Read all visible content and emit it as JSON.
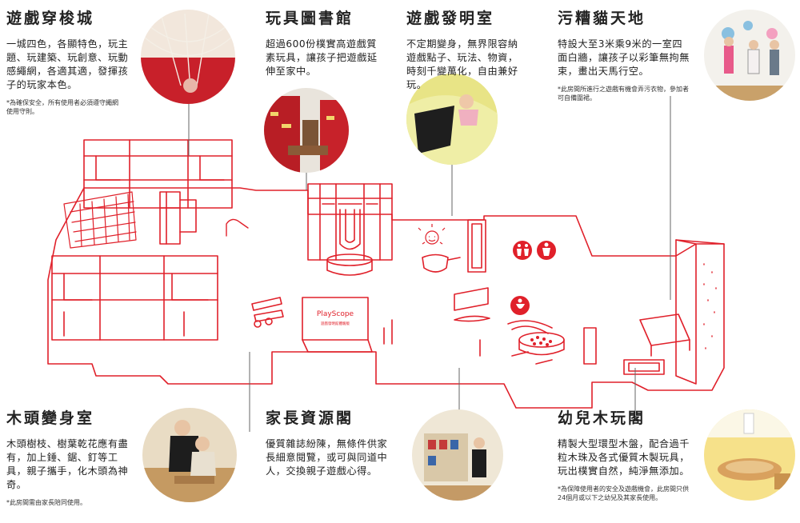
{
  "sections": {
    "climbing_castle": {
      "title": "遊戲穿梭城",
      "desc": "一城四色，各顯特色，玩主題、玩建築、玩創意、玩動感繩網，各適其適，發揮孩子的玩家本色。",
      "note": "*為確保安全，所有使用者必須遵守繩網使用守則。"
    },
    "toy_library": {
      "title": "玩具圖書館",
      "desc": "超過600份樸實高遊戲質素玩具，讓孩子把遊戲延伸至家中。"
    },
    "invention_room": {
      "title": "遊戲發明室",
      "desc": "不定期變身，無界限容納遊戲點子、玩法、物資，時刻千變萬化，自由兼好玩。"
    },
    "messy_cat": {
      "title": "污糟貓天地",
      "desc": "特設大至3米乘9米的一室四面白牆，讓孩子以彩筆無拘無束，畫出天馬行空。",
      "note": "*此房間所進行之遊戲有機會弄污衣物，參加者可自備圍裙。"
    },
    "wood_room": {
      "title": "木頭變身室",
      "desc": "木頭樹枝、樹葉乾花應有盡有，加上錘、鋸、釘等工具，親子攜手，化木頭為神奇。",
      "note": "*此房間需由家長陪同使用。"
    },
    "parent_corner": {
      "title": "家長資源閣",
      "desc": "優質雜誌紛陳，無條件供家長細意閱覽，或可與同道中人，交換親子遊戲心得。"
    },
    "toddler_room": {
      "title": "幼兒木玩閣",
      "desc": "精製大型環型木盤，配合過千粒木珠及各式優質木製玩具，玩出樸實自然，純淨無添加。",
      "note": "*為保障使用者的安全及遊戲機會，此房間只供24個月或以下之幼兒及其家長使用。"
    }
  },
  "plan": {
    "sign_text": "PlayScope",
    "sign_subtext": "遊戲發明館體驗版"
  },
  "colors": {
    "line_red": "#e0202a",
    "text": "#222222"
  }
}
